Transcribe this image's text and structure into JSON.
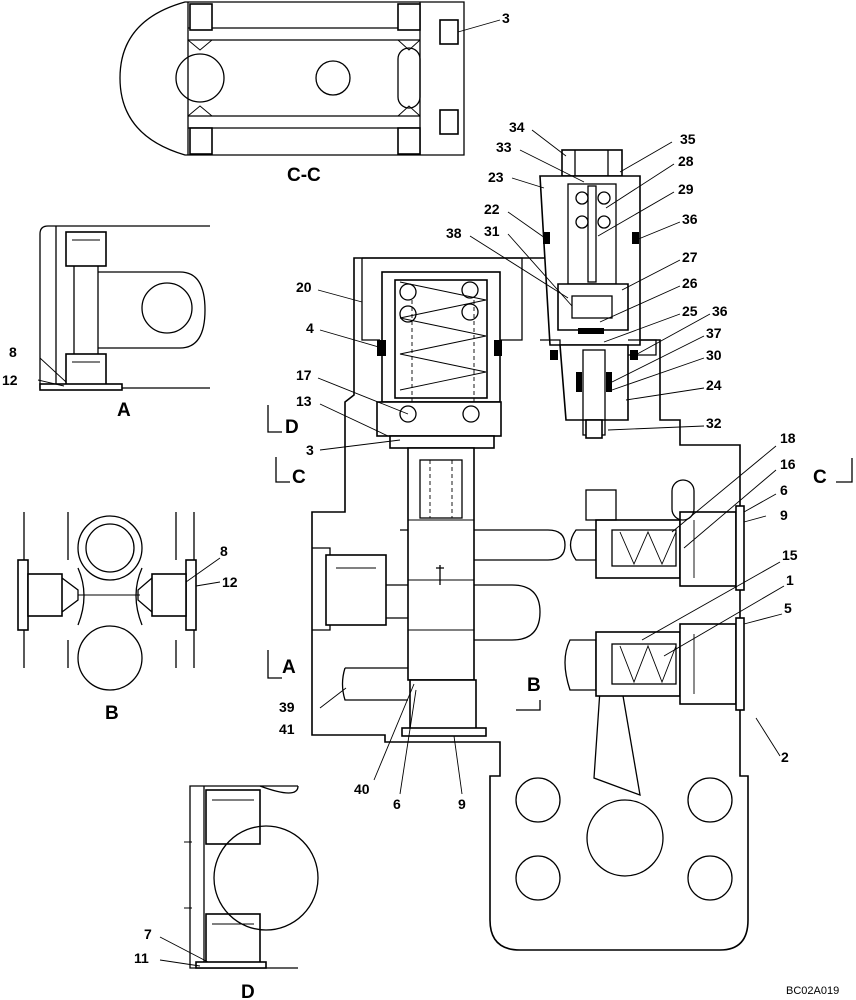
{
  "drawing_code": "BC02A019",
  "views": {
    "section_cc": "C-C",
    "view_a": "A",
    "view_b": "B",
    "view_d": "D"
  },
  "section_markers": {
    "d": "D",
    "c_left": "C",
    "c_right": "C",
    "a": "A",
    "b": "B"
  },
  "callouts": {
    "cc_3": "3",
    "a_8": "8",
    "a_12": "12",
    "b_8": "8",
    "b_12": "12",
    "d_7": "7",
    "d_11": "11",
    "m_34": "34",
    "m_35": "35",
    "m_33": "33",
    "m_28": "28",
    "m_23": "23",
    "m_29": "29",
    "m_22": "22",
    "m_36a": "36",
    "m_38": "38",
    "m_31": "31",
    "m_27": "27",
    "m_20": "20",
    "m_26": "26",
    "m_25": "25",
    "m_36b": "36",
    "m_4": "4",
    "m_37": "37",
    "m_30": "30",
    "m_17": "17",
    "m_24": "24",
    "m_13": "13",
    "m_3": "3",
    "m_32": "32",
    "m_18": "18",
    "m_16": "16",
    "m_6a": "6",
    "m_9a": "9",
    "m_15": "15",
    "m_1": "1",
    "m_5": "5",
    "m_39": "39",
    "m_41": "41",
    "m_2": "2",
    "m_40": "40",
    "m_6b": "6",
    "m_9b": "9"
  }
}
